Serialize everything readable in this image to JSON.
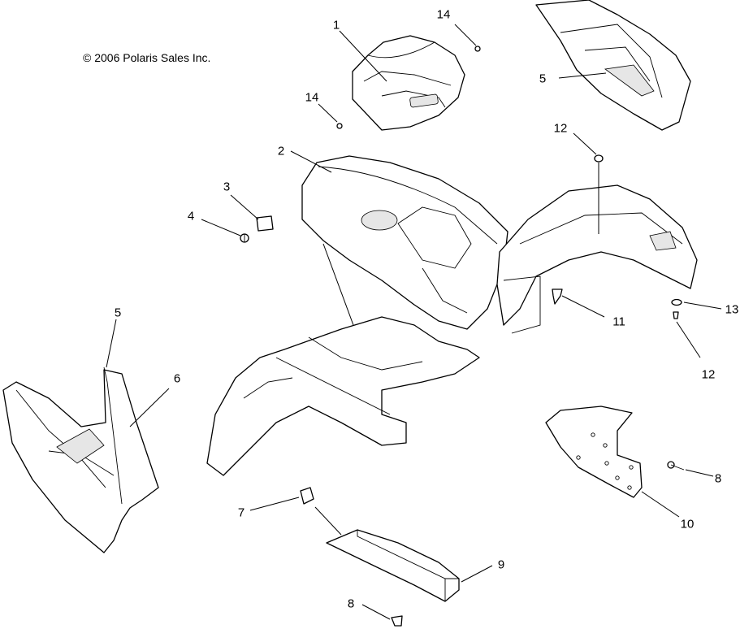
{
  "copyright": "© 2006 Polaris Sales Inc.",
  "callouts": [
    {
      "id": "c1",
      "label": "1"
    },
    {
      "id": "c14a",
      "label": "14"
    },
    {
      "id": "c14b",
      "label": "14"
    },
    {
      "id": "c5a",
      "label": "5"
    },
    {
      "id": "c12a",
      "label": "12"
    },
    {
      "id": "c2",
      "label": "2"
    },
    {
      "id": "c3",
      "label": "3"
    },
    {
      "id": "c4",
      "label": "4"
    },
    {
      "id": "c11",
      "label": "11"
    },
    {
      "id": "c13",
      "label": "13"
    },
    {
      "id": "c12b",
      "label": "12"
    },
    {
      "id": "c5b",
      "label": "5"
    },
    {
      "id": "c6",
      "label": "6"
    },
    {
      "id": "c8a",
      "label": "8"
    },
    {
      "id": "c10",
      "label": "10"
    },
    {
      "id": "c7",
      "label": "7"
    },
    {
      "id": "c9",
      "label": "9"
    },
    {
      "id": "c8b",
      "label": "8"
    }
  ]
}
